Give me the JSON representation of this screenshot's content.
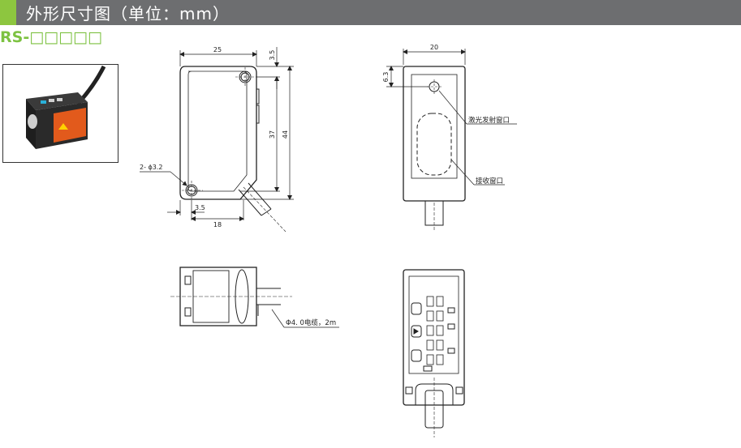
{
  "header": {
    "title": "外形尺寸图（单位：mm）",
    "accent_color": "#8dc63f",
    "bar_color": "#6d6e70"
  },
  "model": {
    "code": "RS-□□□□□",
    "code_color": "#7dc242"
  },
  "photo": {
    "icon": "laser-sensor-product-photo"
  },
  "front_view": {
    "dim_width": "25",
    "dim_top_offset": "3.5",
    "dim_inner_height": "37",
    "dim_total_height": "44",
    "dim_hole": "2- ϕ3.2",
    "dim_bottom_offset": "3.5",
    "dim_bottom_width": "18"
  },
  "side_view": {
    "dim_width": "20",
    "dim_top": "6.3",
    "label_emitter": "激光发射窗口",
    "label_receiver": "接收窗口"
  },
  "top_view": {
    "cable_label": "Φ4. 0电缆，2m"
  },
  "back_view": {
    "panel_icon": "control-panel-display"
  }
}
